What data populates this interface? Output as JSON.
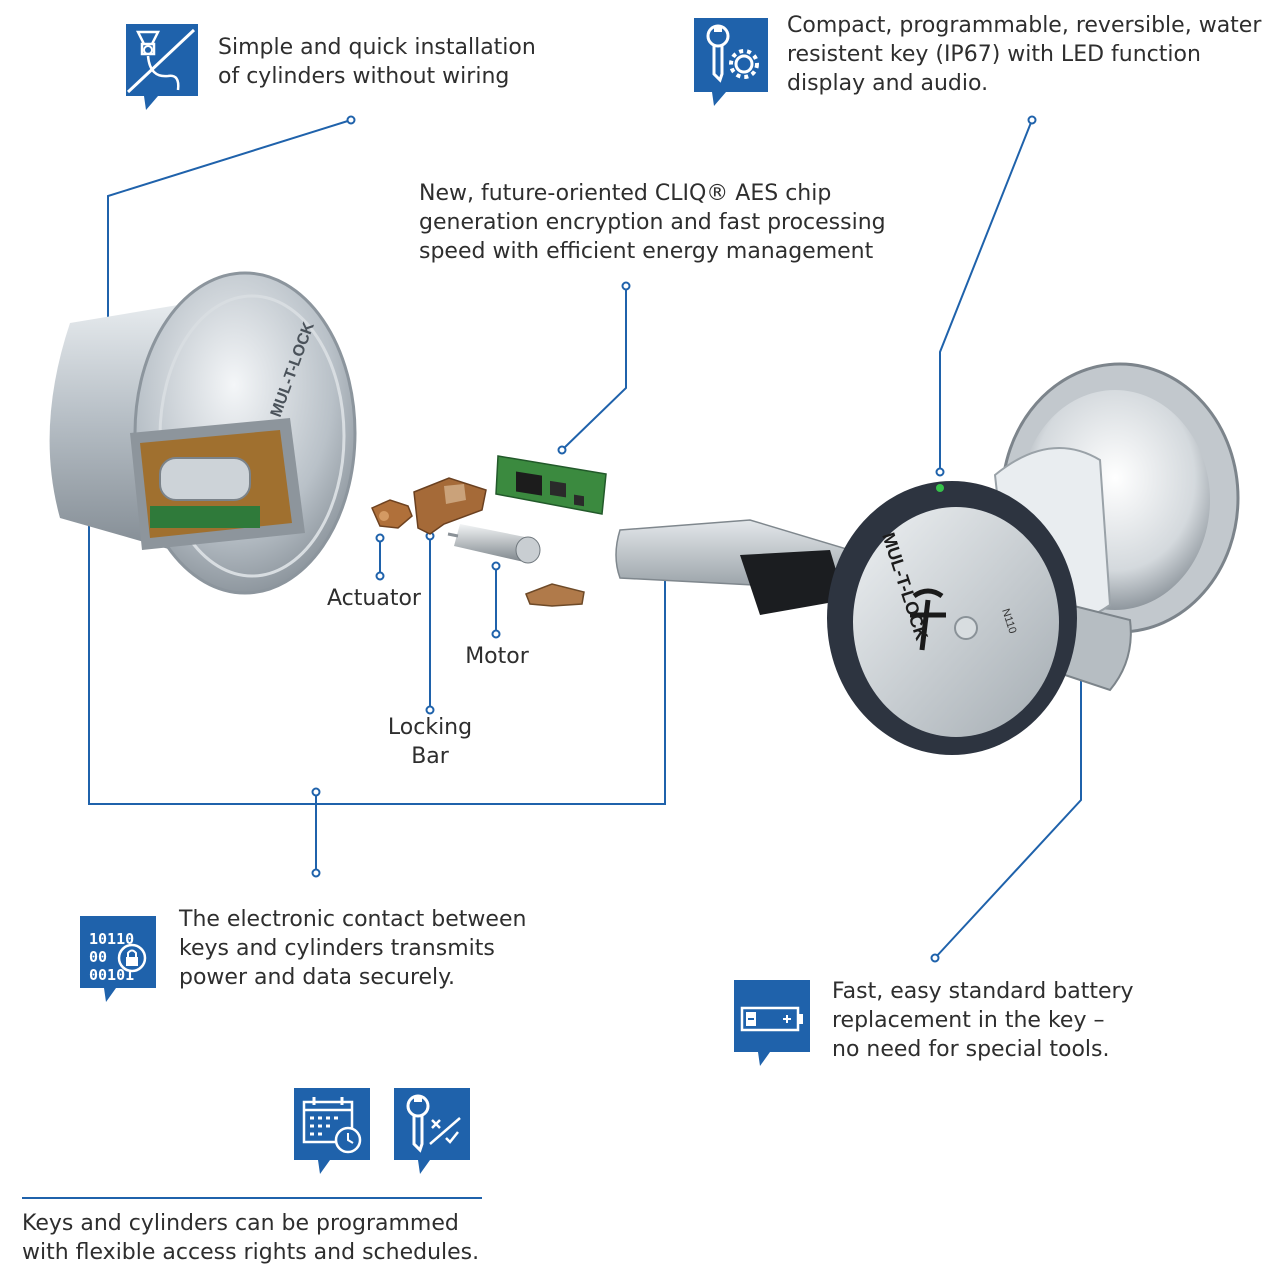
{
  "accent_color": "#1f62ab",
  "features": {
    "installation": [
      "Simple and quick installation",
      "of cylinders without wiring"
    ],
    "key": [
      "Compact, programmable, reversible, water",
      "resistent key (IP67) with LED function",
      "display and audio."
    ],
    "chip": [
      "New, future-oriented CLIQ® AES chip",
      "generation encryption and fast processing",
      "speed with efficient energy management"
    ],
    "contact": [
      "The electronic contact between",
      "keys and cylinders transmits",
      "power and data securely."
    ],
    "battery": [
      "Fast, easy standard battery",
      "replacement in the key –",
      "no need for special tools."
    ],
    "programming": [
      "Keys and cylinders can be programmed",
      "with flexible access rights and schedules."
    ]
  },
  "parts": {
    "actuator": "Actuator",
    "motor": "Motor",
    "locking_bar": [
      "Locking",
      "Bar"
    ]
  },
  "binary_icon_text": [
    "10110",
    "00",
    "00101"
  ],
  "cylinder_brand": "MUL-T-LOCK",
  "key_brand": "MUL-T-LOCK",
  "key_model": "N110",
  "icons": [
    "no-wiring-icon",
    "key-settings-icon",
    "binary-lock-icon",
    "battery-icon",
    "calendar-clock-icon",
    "key-permission-icon"
  ]
}
